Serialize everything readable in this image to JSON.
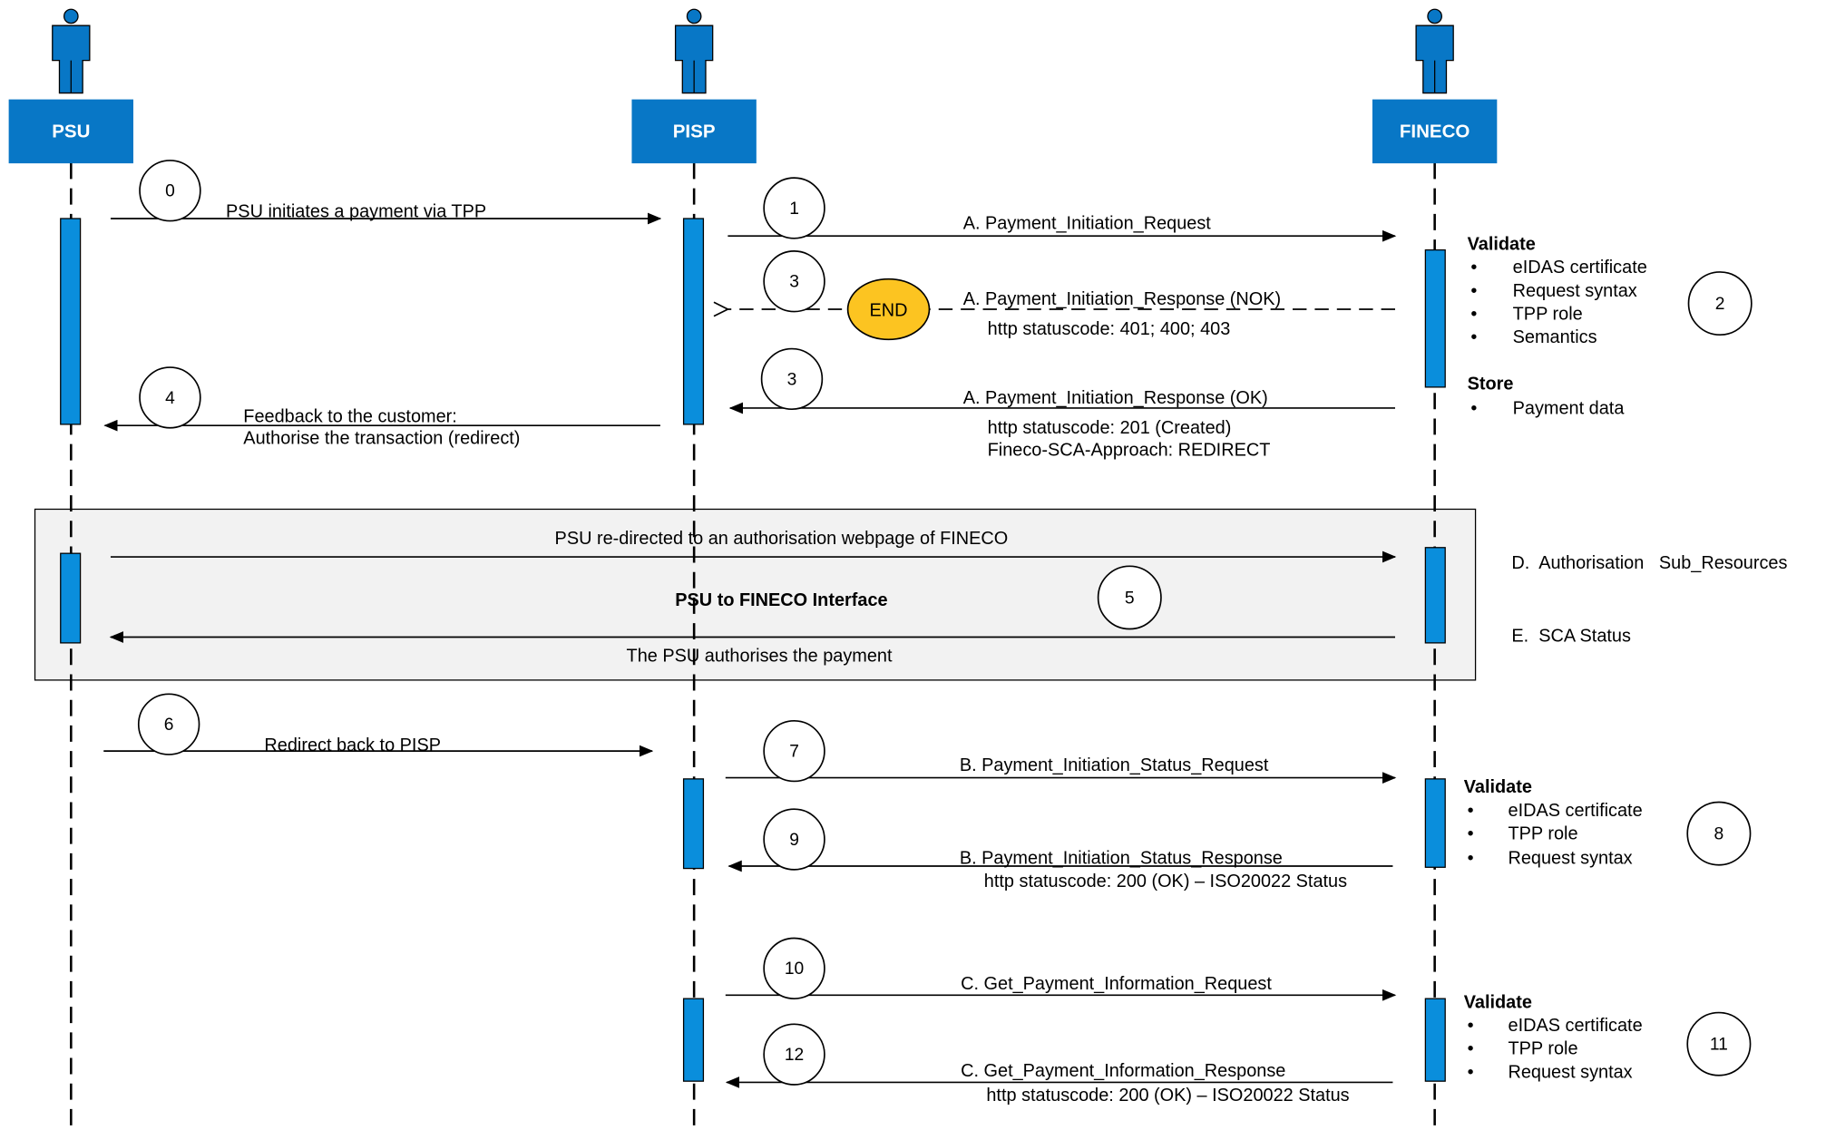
{
  "colors": {
    "actor_fill": "#0877C6",
    "activation_fill": "#0A8EDC",
    "end_fill": "#FCC421",
    "frame_fill": "#F2F2F2",
    "line": "#000000"
  },
  "icons": {
    "actor": "person-icon"
  },
  "actors": [
    {
      "id": "psu",
      "label": "PSU"
    },
    {
      "id": "pisp",
      "label": "PISP"
    },
    {
      "id": "fineco",
      "label": "FINECO"
    }
  ],
  "steps": {
    "s0": "0",
    "s1": "1",
    "s2": "2",
    "s3a": "3",
    "s3b": "3",
    "s4": "4",
    "s5": "5",
    "s6": "6",
    "s7": "7",
    "s8": "8",
    "s9": "9",
    "s10": "10",
    "s11": "11",
    "s12": "12"
  },
  "messages": {
    "m0": "PSU initiates a payment via TPP",
    "m1": "A. Payment_Initiation_Request",
    "m3_nok": "A. Payment_Initiation_Response (NOK)",
    "m3_nok_detail": "http statuscode: 401; 400; 403",
    "end_label": "END",
    "m3_ok": "A. Payment_Initiation_Response (OK)",
    "m3_ok_detail1": "http statuscode: 201 (Created)",
    "m3_ok_detail2": "Fineco-SCA-Approach: REDIRECT",
    "m4_line1": "Feedback to the customer:",
    "m4_line2": "Authorise the transaction (redirect)",
    "m5_top": "PSU re-directed to an authorisation webpage of FINECO",
    "m5_title": "PSU to FINECO Interface",
    "m5_bottom": "The PSU authorises the payment",
    "m5_side1": "D.  Authorisation   Sub_Resources",
    "m5_side2": "E.  SCA Status",
    "m6": "Redirect back to PISP",
    "m7": "B. Payment_Initiation_Status_Request",
    "m9": "B. Payment_Initiation_Status_Response",
    "m9_detail": "http statuscode: 200 (OK) – ISO20022 Status",
    "m10": "C. Get_Payment_Information_Request",
    "m12": "C. Get_Payment_Information_Response",
    "m12_detail": "http statuscode: 200 (OK) – ISO20022 Status"
  },
  "notes": {
    "n2": {
      "heading": "Validate",
      "items": [
        "eIDAS certificate",
        "Request syntax",
        "TPP role",
        "Semantics"
      ],
      "heading2": "Store",
      "items2": [
        "Payment data"
      ]
    },
    "n8": {
      "heading": "Validate",
      "items": [
        "eIDAS certificate",
        "TPP role",
        "Request syntax"
      ]
    },
    "n11": {
      "heading": "Validate",
      "items": [
        "eIDAS certificate",
        "TPP role",
        "Request syntax"
      ]
    }
  }
}
